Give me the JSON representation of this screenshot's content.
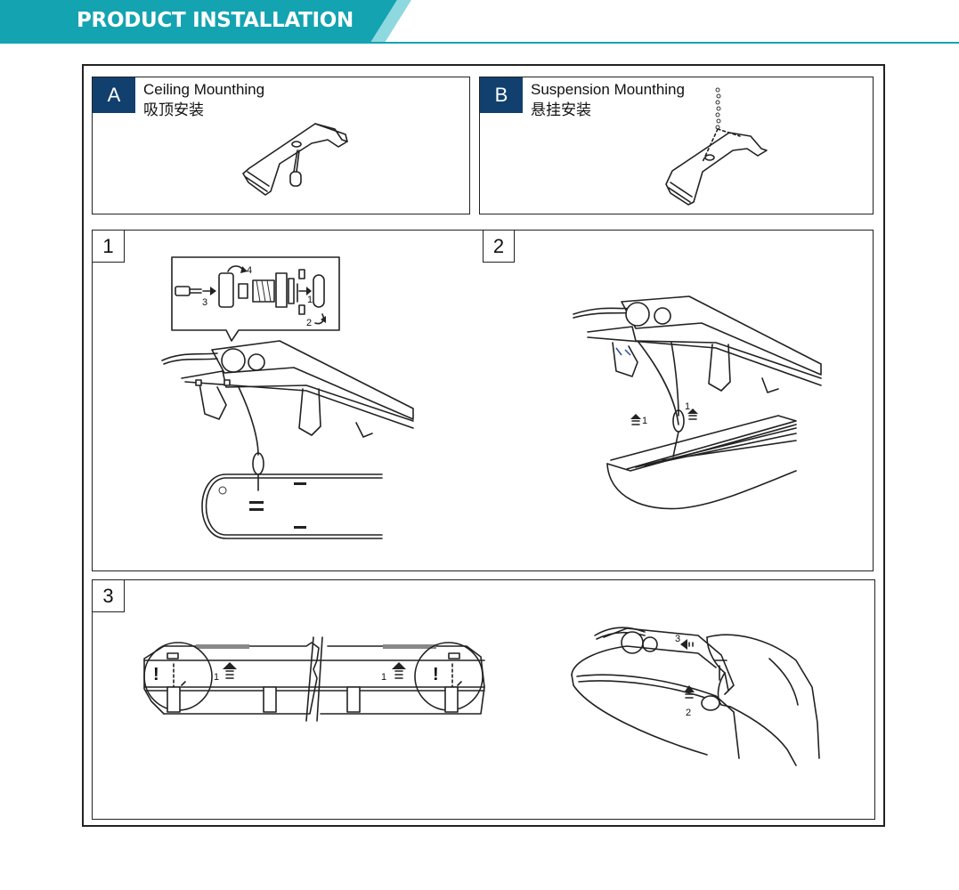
{
  "banner": {
    "title": "PRODUCT INSTALLATION",
    "color": "#14a3b1",
    "accent": "#8ed8df"
  },
  "panels": {
    "a": {
      "letter": "A",
      "title_en": "Ceiling Mounthing",
      "title_cn": "吸顶安装"
    },
    "b": {
      "letter": "B",
      "title_en": "Suspension Mounthing",
      "title_cn": "悬挂安装"
    },
    "step1": {
      "number": "1",
      "labels": [
        "4",
        "3",
        "1",
        "2"
      ]
    },
    "step2": {
      "number": "2",
      "labels": [
        "1",
        "1"
      ]
    },
    "step3": {
      "number": "3",
      "labels": [
        "1",
        "1",
        "3",
        "2"
      ]
    }
  },
  "colors": {
    "badge": "#11406f",
    "line": "#222222",
    "clip_blue": "#2a4da0"
  }
}
